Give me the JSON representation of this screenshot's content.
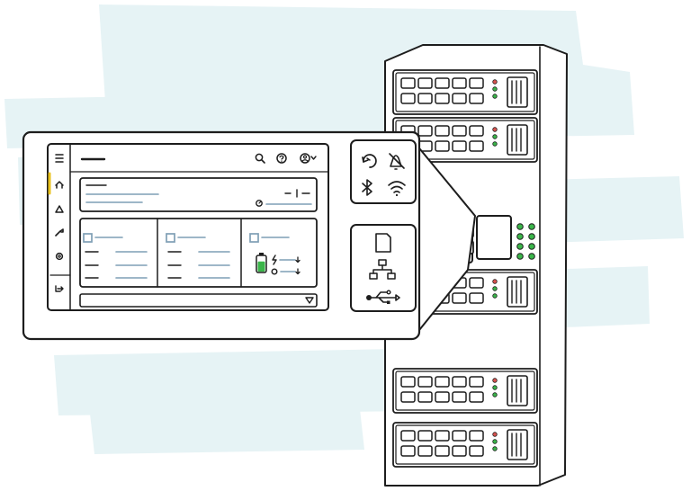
{
  "illustration": {
    "subject": "dashboard-panel-zoomed-from-server-rack",
    "colors": {
      "wash": "#e6f3f5",
      "ink": "#1d1d1d",
      "accent_blue": "#7f9fb5",
      "nav_accent": "#e8c11c",
      "battery_green": "#3bb54a",
      "led_red": "#d9534f",
      "led_green": "#3bb54a"
    },
    "dashboard": {
      "sidebar_icons": [
        "menu-icon",
        "home-icon",
        "warning-icon",
        "wrench-icon",
        "gear-icon",
        "logout-icon"
      ],
      "header_icons": [
        "search-icon",
        "help-icon",
        "user-icon",
        "chevron-down-icon"
      ],
      "cards": 3,
      "battery_level": 0.7
    },
    "callout_icons": [
      "cycle-icon",
      "bell-off-icon",
      "bluetooth-icon",
      "wifi-icon",
      "sd-card-icon",
      "network-icon",
      "usb-icon"
    ],
    "server": {
      "drive_bays_per_unit": 10,
      "units": 5
    }
  }
}
